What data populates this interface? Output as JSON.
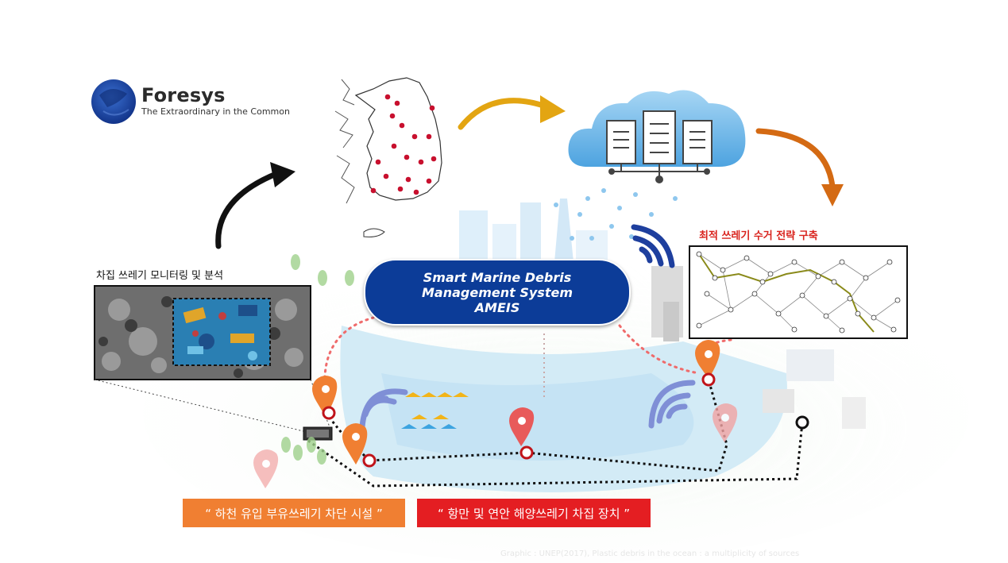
{
  "brand": {
    "name": "Foresys",
    "tagline": "The Extraordinary in the Common",
    "logo_color": "#1f4fa8"
  },
  "system": {
    "line1": "Smart Marine Debris",
    "line2": "Management System",
    "line3": "AMEIS",
    "pill_color": "#0c3c98"
  },
  "captions": {
    "monitoring": "차집 쓰레기 모니터링 및 분석",
    "strategy": "최적 쓰레기 수거 전략 구축"
  },
  "labels": {
    "river": "“ 하천 유입 부유쓰레기 차단 시설 ”",
    "harbor": "“ 항만 및 연안 해양쓰레기 차집 장치 ”"
  },
  "credit": "Graphic : UNEP(2017), Plastic debris in the ocean : a multiplicity of sources",
  "colors": {
    "arrow_gold": "#e3a512",
    "arrow_brown": "#d46a13",
    "marker_orange": "#f07f32",
    "marker_red": "#e85a5a",
    "route_dotted": "#111111",
    "cloud": "#6fb6e6",
    "sea": "#cfe9f6"
  },
  "icons": [
    "globe-logo-icon",
    "korea-map-icon",
    "cloud-server-icon",
    "wifi-signal-icon",
    "location-pin-icon",
    "network-graph-icon",
    "curved-arrow-icon"
  ]
}
